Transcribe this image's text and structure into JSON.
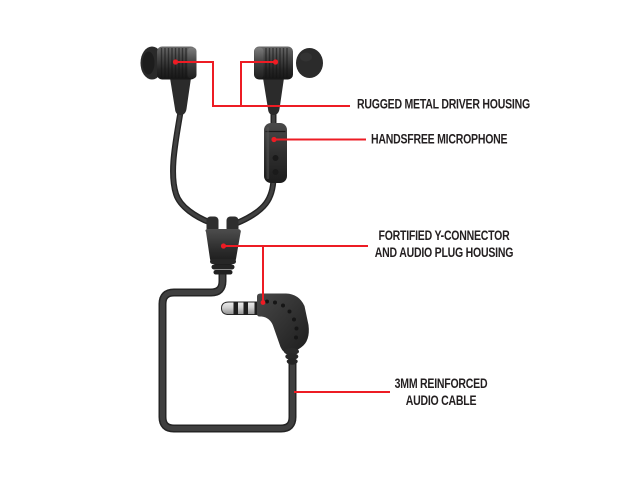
{
  "colors": {
    "accent_red": "#ed1c24",
    "label_ink": "#231f20",
    "device_dark": "#2d2d2d",
    "device_highlight": "#5a5a5a",
    "cable_gray": "#3f3f3f",
    "metal_silver": "#c9c9c9",
    "background": "#ffffff"
  },
  "diagram": {
    "parts": [
      "left-earbud",
      "right-earbud",
      "handsfree-microphone-pod",
      "y-connector",
      "audio-plug",
      "cable-loop"
    ],
    "callouts": {
      "driver_housing": {
        "label": "RUGGED METAL DRIVER HOUSING"
      },
      "microphone": {
        "label": "HANDSFREE MICROPHONE"
      },
      "y_connector": {
        "line1": "FORTIFIED Y-CONNECTOR",
        "line2": "AND AUDIO PLUG HOUSING"
      },
      "audio_cable": {
        "line1": "3MM REINFORCED",
        "line2": "AUDIO CABLE"
      }
    }
  }
}
